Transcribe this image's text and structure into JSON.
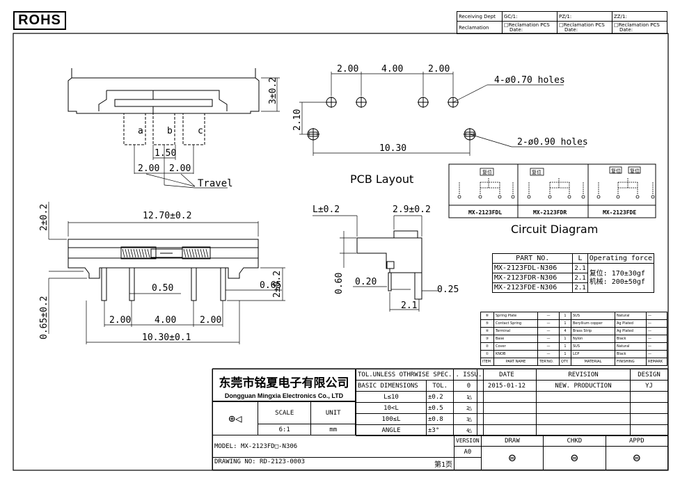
{
  "rohs": "ROHS",
  "header": {
    "receiving_dept": "Receiving Dept",
    "reclamation": "Reclamation",
    "gc": "GC/1:",
    "pz": "PZ/1:",
    "zz": "ZZ/1:",
    "recl_pcs": "□Reclamation  PCS",
    "date": "Date:"
  },
  "dims": {
    "top_3": "3±0.2",
    "a": "a",
    "b": "b",
    "c": "c",
    "d150": "1.50",
    "d200a": "2.00",
    "d200b": "2.00",
    "travel": "Travel",
    "pcb_200a": "2.00",
    "pcb_400": "4.00",
    "pcb_200b": "2.00",
    "holes070": "4-ø0.70  holes",
    "holes090": "2-ø0.90  holes",
    "pcb_210": "2.10",
    "pcb_1030": "10.30",
    "pcb_title": "PCB  Layout",
    "side_2": "2±0.2",
    "side_1270": "12.70±0.2",
    "side_050": "0.50",
    "side_065": "0.65",
    "side_065v": "0.65±0.2",
    "side_2b": "2±0.2",
    "side_200a": "2.00",
    "side_400": "4.00",
    "side_200b": "2.00",
    "side_1030": "10.30±0.1",
    "r_L": "L±0.2",
    "r_29": "2.9±0.2",
    "r_060": "0.60",
    "r_020": "0.20",
    "r_025": "0.25",
    "r_21": "2.1"
  },
  "circuit": {
    "title": "Circuit  Diagram",
    "labels": [
      "MX-2123FDL",
      "MX-2123FDR",
      "MX-2123FDE"
    ],
    "tag_ret": "复位"
  },
  "parts": {
    "h_part": "PART  NO.",
    "h_L": "L",
    "h_force": "Operating  force",
    "rows": [
      {
        "part": "MX-2123FDL-N306",
        "l": "2.1"
      },
      {
        "part": "MX-2123FDR-N306",
        "l": "2.1"
      },
      {
        "part": "MX-2123FDE-N306",
        "l": "2.1"
      }
    ],
    "force1": "复位:  170±30gf",
    "force2": "机械:  200±50gf"
  },
  "bom": {
    "rows": [
      {
        "item": "6",
        "name": "Spring Plate",
        "ter": "—",
        "qty": "1",
        "mat": "SUS",
        "fin": "Natural",
        "rem": "—"
      },
      {
        "item": "5",
        "name": "Contact Spring",
        "ter": "—",
        "qty": "1",
        "mat": "Beryllium copper",
        "fin": "Ag Plated",
        "rem": "—"
      },
      {
        "item": "4",
        "name": "Terminal",
        "ter": "—",
        "qty": "4",
        "mat": "Brass Strip",
        "fin": "Ag Plated",
        "rem": "—"
      },
      {
        "item": "3",
        "name": "Base",
        "ter": "—",
        "qty": "1",
        "mat": "Nylon",
        "fin": "Black",
        "rem": "—"
      },
      {
        "item": "2",
        "name": "Cover",
        "ter": "—",
        "qty": "1",
        "mat": "SUS",
        "fin": "Natural",
        "rem": "—"
      },
      {
        "item": "1",
        "name": "KNOB",
        "ter": "—",
        "qty": "1",
        "mat": "LCP",
        "fin": "Black",
        "rem": "—"
      }
    ],
    "h_item": "ITEM",
    "h_name": "PART NAME",
    "h_ter": "TER'NO.",
    "h_qty": "QTY.",
    "h_mat": "MATERIAL",
    "h_fin": "FINISHING",
    "h_rem": "REMARK"
  },
  "title_block": {
    "company_cn": "东莞市铭夏电子有限公司",
    "company_en": "Dongguan Mingxia Electronics Co., LTD",
    "tol_head": "TOL.UNLESS OTHRWISE SPEC.",
    "basic": "BASIC DIMENSIONS",
    "tol": "TOL.",
    "issu": ". ISSU.",
    "date_h": "DATE",
    "revision_h": "REVISION",
    "design_h": "DESIGN",
    "issu0": "0",
    "date0": "2015-01-12",
    "rev0": "NEW. PRODUCTION",
    "design0": "YJ",
    "tol_rows": [
      {
        "dim": "L≤10",
        "tol": "±0.2",
        "n": "1"
      },
      {
        "dim": "10<L",
        "tol": "±0.5",
        "n": "2"
      },
      {
        "dim": "100≤L",
        "tol": "±0.8",
        "n": "3"
      },
      {
        "dim": "ANGLE",
        "tol": "±3°",
        "n": "4"
      }
    ],
    "scale_h": "SCALE",
    "unit_h": "UNIT",
    "scale": "6:1",
    "unit": "mm",
    "version_h": "VERSION",
    "version": "A0",
    "draw_h": "DRAW",
    "chkd_h": "CHKD",
    "appd_h": "APPD",
    "model_label": "MODEL:",
    "model": "MX-2123FD□-N306",
    "drawing_label": "DRAWING NO:",
    "drawing": "RD-2123-0003",
    "page": "第1页"
  }
}
